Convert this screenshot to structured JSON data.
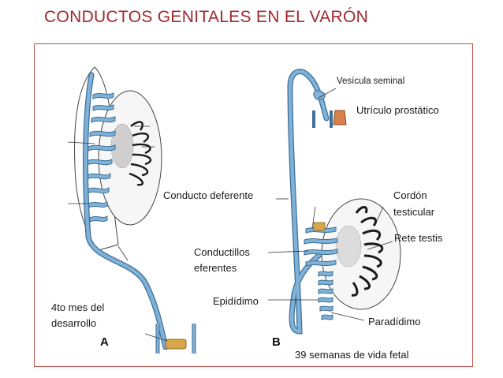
{
  "title": "CONDUCTOS GENITALES EN EL VARÓN",
  "labels": {
    "vesicula_seminal": "Vesícula seminal",
    "utriculo_prostatico": "Utrículo prostático",
    "conducto_deferente": "Conducto deferente",
    "cordon_testicular_1": "Cordón",
    "cordon_testicular_2": "testicular",
    "rete_testis": "Rete testis",
    "conductillos_1": "Conductillos",
    "conductillos_2": "eferentes",
    "epididimo": "Epidídimo",
    "paradidimo": "Paradídimo",
    "cuarto_mes_1": "4to mes del",
    "cuarto_mes_2": "desarrollo",
    "semanas": "39 semanas de vida fetal"
  },
  "panels": {
    "a": "A",
    "b": "B"
  },
  "colors": {
    "title": "#a0282f",
    "frame": "#c0504d",
    "duct": "#7fb2d8",
    "duct_outline": "#3f6f96",
    "testis_fill": "#f4f4f4",
    "tubule": "#1a1a1a",
    "gold": "#d9a64a"
  }
}
